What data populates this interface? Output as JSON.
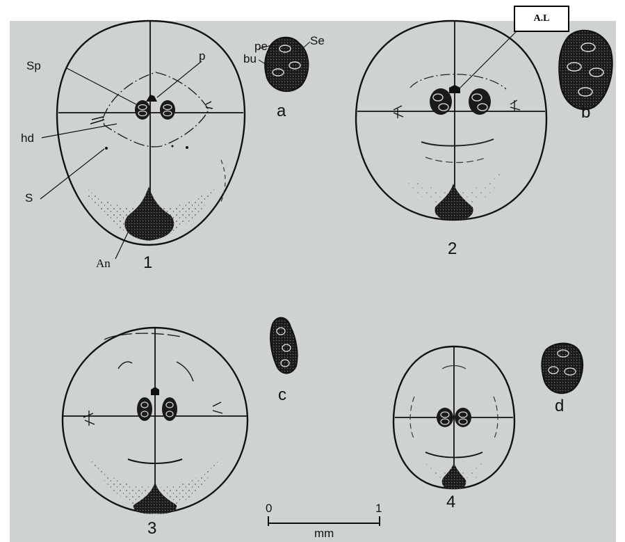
{
  "labels": {
    "sp": "Sp",
    "p": "p",
    "hd": "hd",
    "s": "S",
    "an": "An",
    "pe": "pe",
    "se": "Se",
    "bu": "bu",
    "al": "A.L"
  },
  "figures": {
    "fig1": "1",
    "fig2": "2",
    "fig3": "3",
    "fig4": "4",
    "a": "a",
    "b": "b",
    "c": "c",
    "d": "d"
  },
  "scale_bar": {
    "start": "0",
    "end": "1",
    "unit": "mm"
  },
  "colors": {
    "background": "#cfd2d3",
    "ink": "#111111"
  }
}
